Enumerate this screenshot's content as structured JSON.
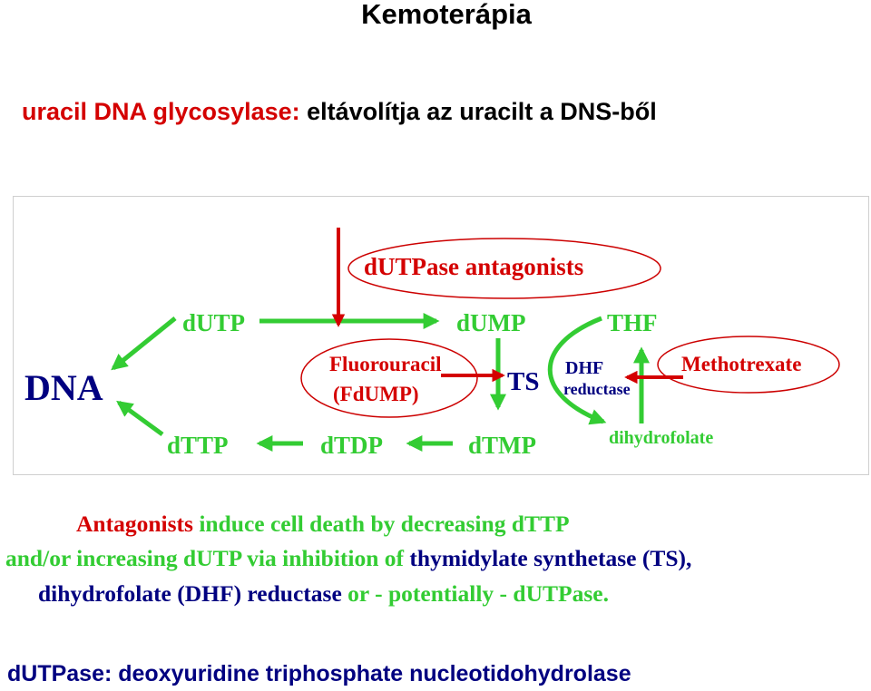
{
  "title": "Kemoterápia",
  "subtitle": {
    "term": "uracil DNA glycosylase:",
    "definition": "eltávolítja az uracilt a DNS-ből"
  },
  "diagram": {
    "nodes": {
      "dna": "DNA",
      "dutp": "dUTP",
      "dump": "dUMP",
      "thf": "THF",
      "dttp": "dTTP",
      "dtdp": "dTDP",
      "dtmp": "dTMP",
      "dihydrofolate": "dihydrofolate",
      "ts": "TS"
    },
    "inhibitors": {
      "dutpase_antagonists": "dUTPase antagonists",
      "fluorouracil": "Fluorouracil",
      "fdump": "(FdUMP)",
      "methotrexate": "Methotrexate"
    },
    "enzyme_label": {
      "line1": "DHF",
      "line2": "reductase"
    }
  },
  "caption": {
    "line1": {
      "a": "Antagonists",
      "b": "induce cell death by decreasing dTTP"
    },
    "line2": {
      "a": "and/or increasing dUTP via inhibition of",
      "b": "thymidylate synthetase (TS),"
    },
    "line3": {
      "a": "dihydrofolate (DHF) reductase",
      "b": "or - potentially - dUTPase."
    }
  },
  "footer": "dUTPase: deoxyuridine triphosphate nucleotidohydrolase",
  "colors": {
    "red": "#d40000",
    "green": "#33cc33",
    "navy": "#000080",
    "ellipse_red": "#cc0000"
  }
}
